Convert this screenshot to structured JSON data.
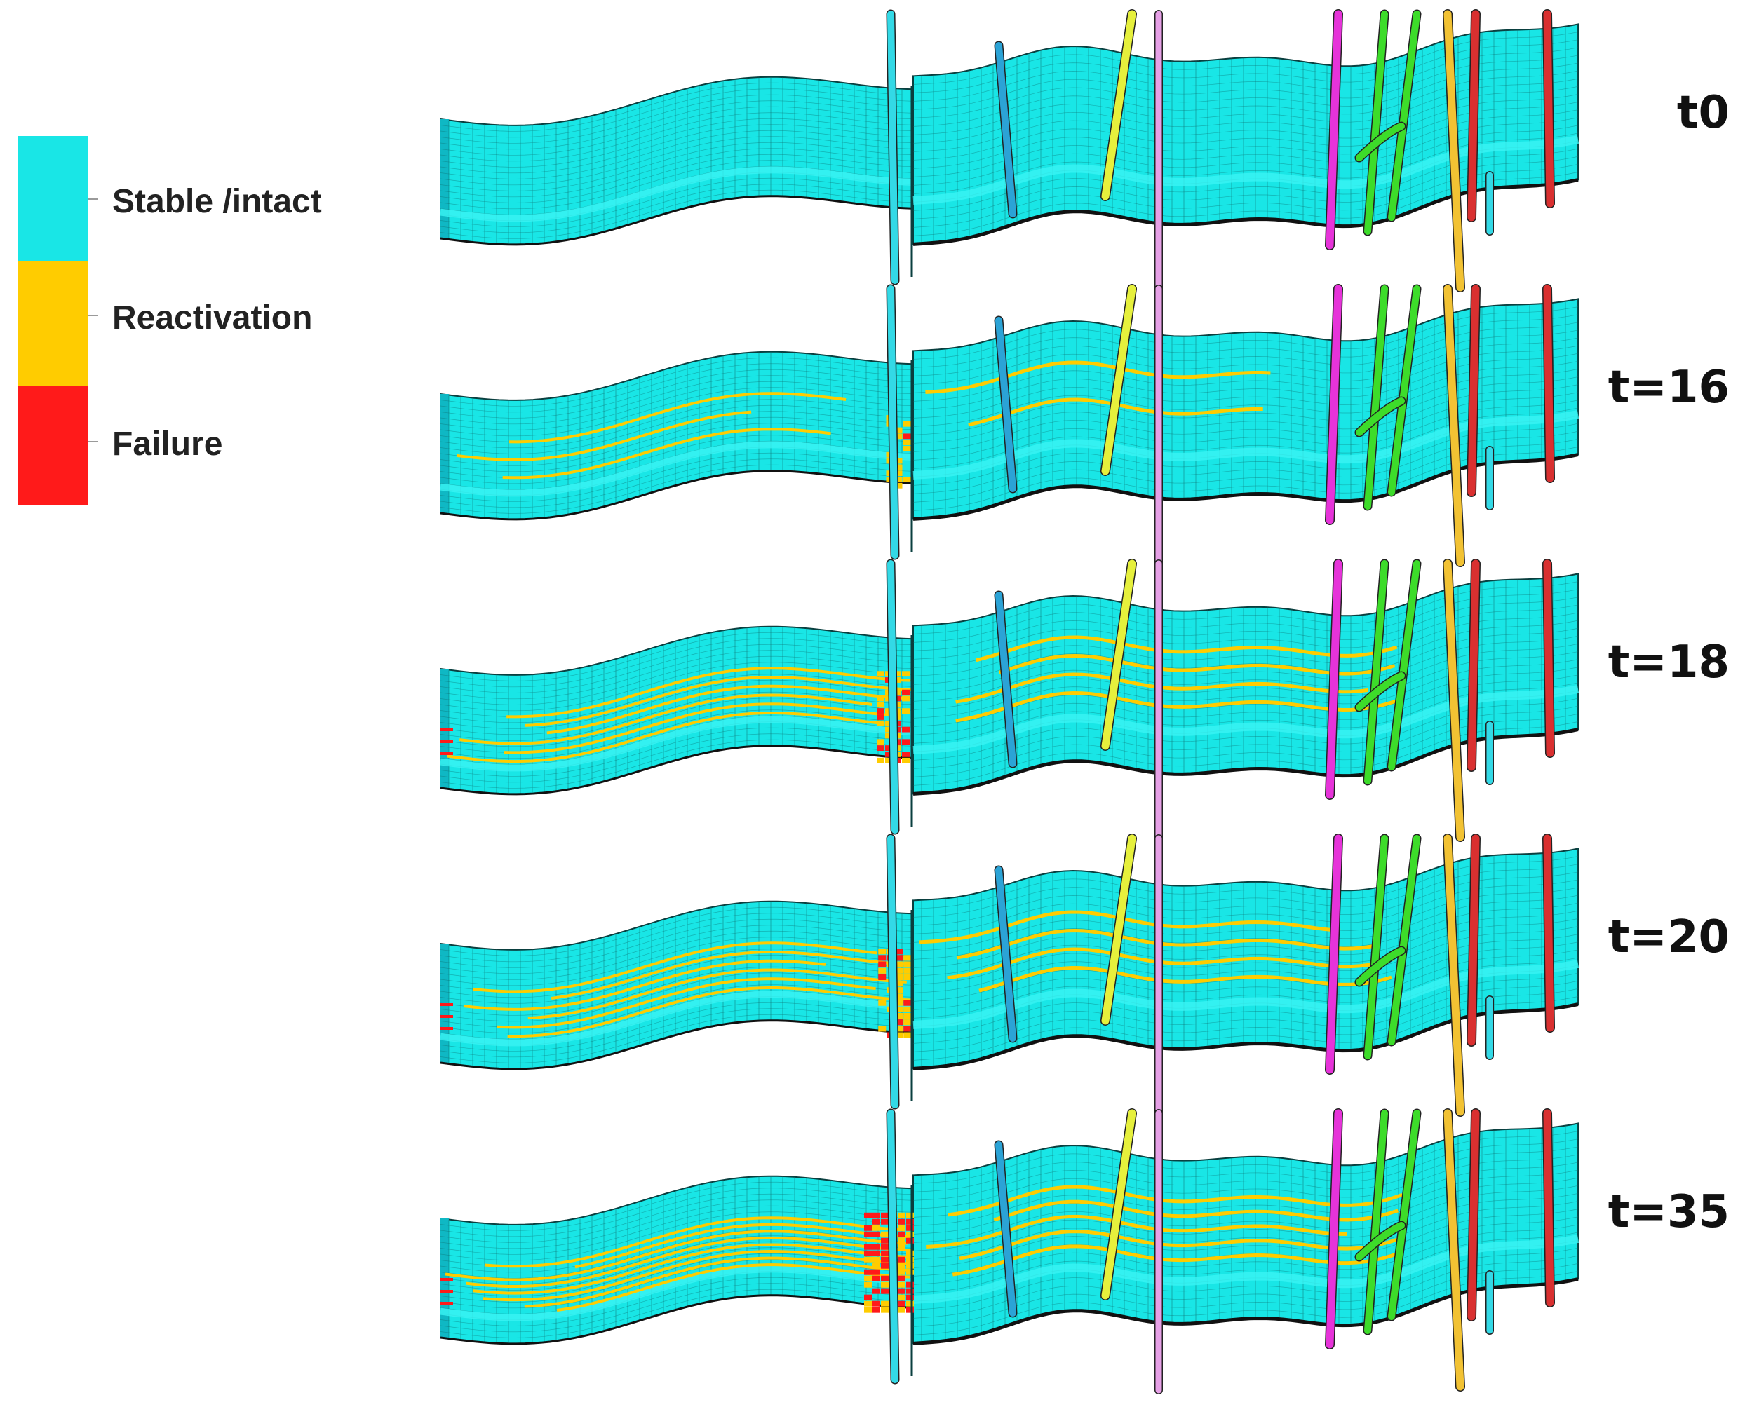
{
  "legend": {
    "items": [
      {
        "label": "Stable /intact",
        "color": "#19e6e6"
      },
      {
        "label": "Reactivation",
        "color": "#ffcc00"
      },
      {
        "label": "Failure",
        "color": "#ff1a1a"
      }
    ]
  },
  "colors": {
    "rock": "#19e6e6",
    "rock_band": "#3af4f4",
    "grid": "#0e6f6f",
    "outline": "#0a3f3f",
    "reactivation": "#ffcc00",
    "failure": "#ff1a1a"
  },
  "wells": [
    {
      "name": "cyan-well",
      "color": "#33d9e6"
    },
    {
      "name": "blue-well",
      "color": "#2ba3d6"
    },
    {
      "name": "yellow-green-well",
      "color": "#e6f03c"
    },
    {
      "name": "pink-well",
      "color": "#e6a0e6"
    },
    {
      "name": "magenta-well",
      "color": "#e633d9"
    },
    {
      "name": "green-well",
      "color": "#3ddc2a"
    },
    {
      "name": "orange-well",
      "color": "#f2c233"
    },
    {
      "name": "red-well",
      "color": "#d93030"
    }
  ],
  "panels": [
    {
      "label": "t0",
      "reactivation_level": 0,
      "failure_level": 0
    },
    {
      "label": "t=16",
      "reactivation_level": 0.25,
      "failure_level": 0.1
    },
    {
      "label": "t=18",
      "reactivation_level": 0.6,
      "failure_level": 0.4
    },
    {
      "label": "t=20",
      "reactivation_level": 0.55,
      "failure_level": 0.35
    },
    {
      "label": "t=35",
      "reactivation_level": 0.75,
      "failure_level": 0.8
    }
  ]
}
